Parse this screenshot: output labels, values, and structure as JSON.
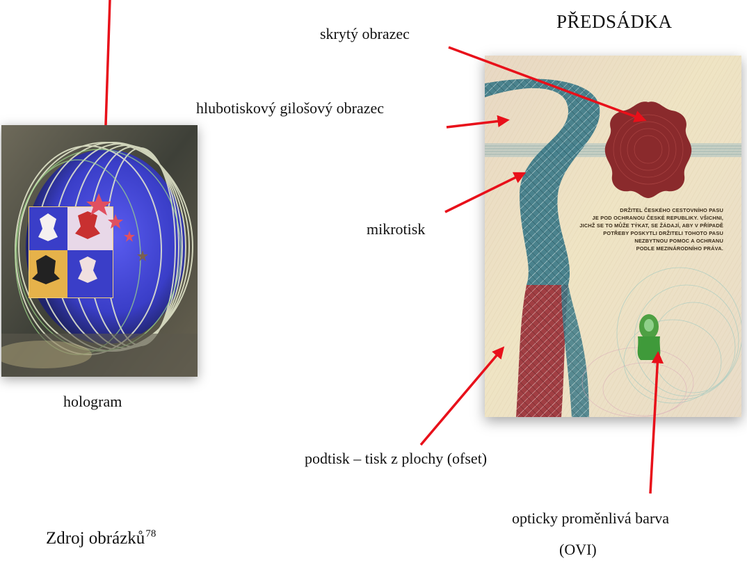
{
  "header": {
    "title": "PŘEDSÁDKA"
  },
  "labels": {
    "hidden_image": "skrytý obrazec",
    "intaglio_guilloche": "hlubotiskový gilošový obrazec",
    "microtext": "mikrotisk",
    "hologram": "hologram",
    "offset_print": "podtisk – tisk z plochy (ofset)",
    "ovi_line1": "opticky proměnlivá barva",
    "ovi_line2": "(OVI)"
  },
  "source": {
    "text": "Zdroj obrázků",
    "footnote": "78"
  },
  "passport_text": {
    "lines": [
      "DRŽITEL ČESKÉHO CESTOVNÍHO PASU",
      "JE POD OCHRANOU ČESKÉ REPUBLIKY. VŠICHNI,",
      "JICHŽ SE TO MŮŽE TÝKAT, SE ŽÁDAJÍ, ABY V PŘÍPADĚ",
      "POTŘEBY POSKYTLI DRŽITELI TOHOTO PASU",
      "NEZBYTNOU POMOC A OCHRANU",
      "PODLE MEZINÁRODNÍHO PRÁVA."
    ]
  },
  "colors": {
    "arrow": "#e8101a",
    "guilloche_teal": "#2e6a78",
    "guilloche_red": "#8f2a33",
    "hidden_image": "#8a2a2c",
    "ovi_green": "#3f9a3a",
    "page_background": "#ece0c6"
  }
}
